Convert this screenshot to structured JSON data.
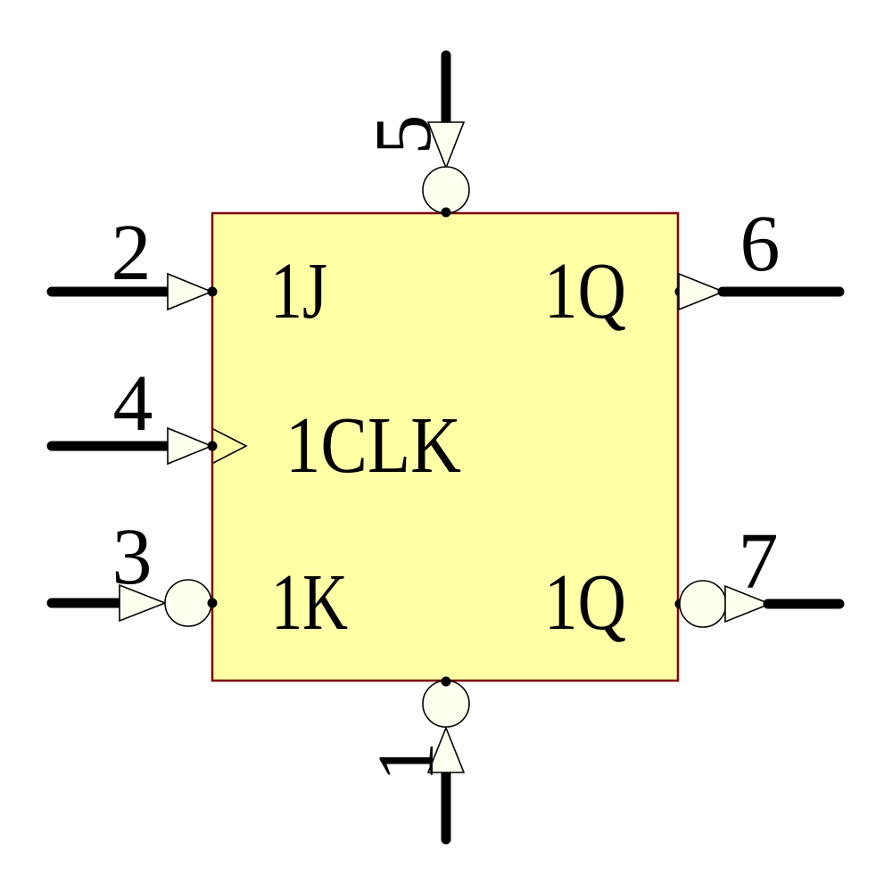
{
  "colors": {
    "body_fill": "#ffffa6",
    "body_border": "#800000",
    "pin_fill": "#fffff0",
    "pin_stroke": "#000000",
    "wire": "#000000",
    "text": "#000000",
    "background": "#ffffff"
  },
  "component": {
    "kind": "jk-flip-flop-symbol",
    "labels": {
      "j": "1J",
      "clk": "1CLK",
      "k": "1K",
      "q": "1Q",
      "qbar": "1Q"
    },
    "pins": {
      "pin2_j": {
        "number": "2"
      },
      "pin4_clk": {
        "number": "4"
      },
      "pin3_k": {
        "number": "3"
      },
      "pin5_top": {
        "number": "5"
      },
      "pin1_bottom": {
        "number": "1"
      },
      "pin6_q": {
        "number": "6"
      },
      "pin7_qbar": {
        "number": "7"
      }
    }
  }
}
